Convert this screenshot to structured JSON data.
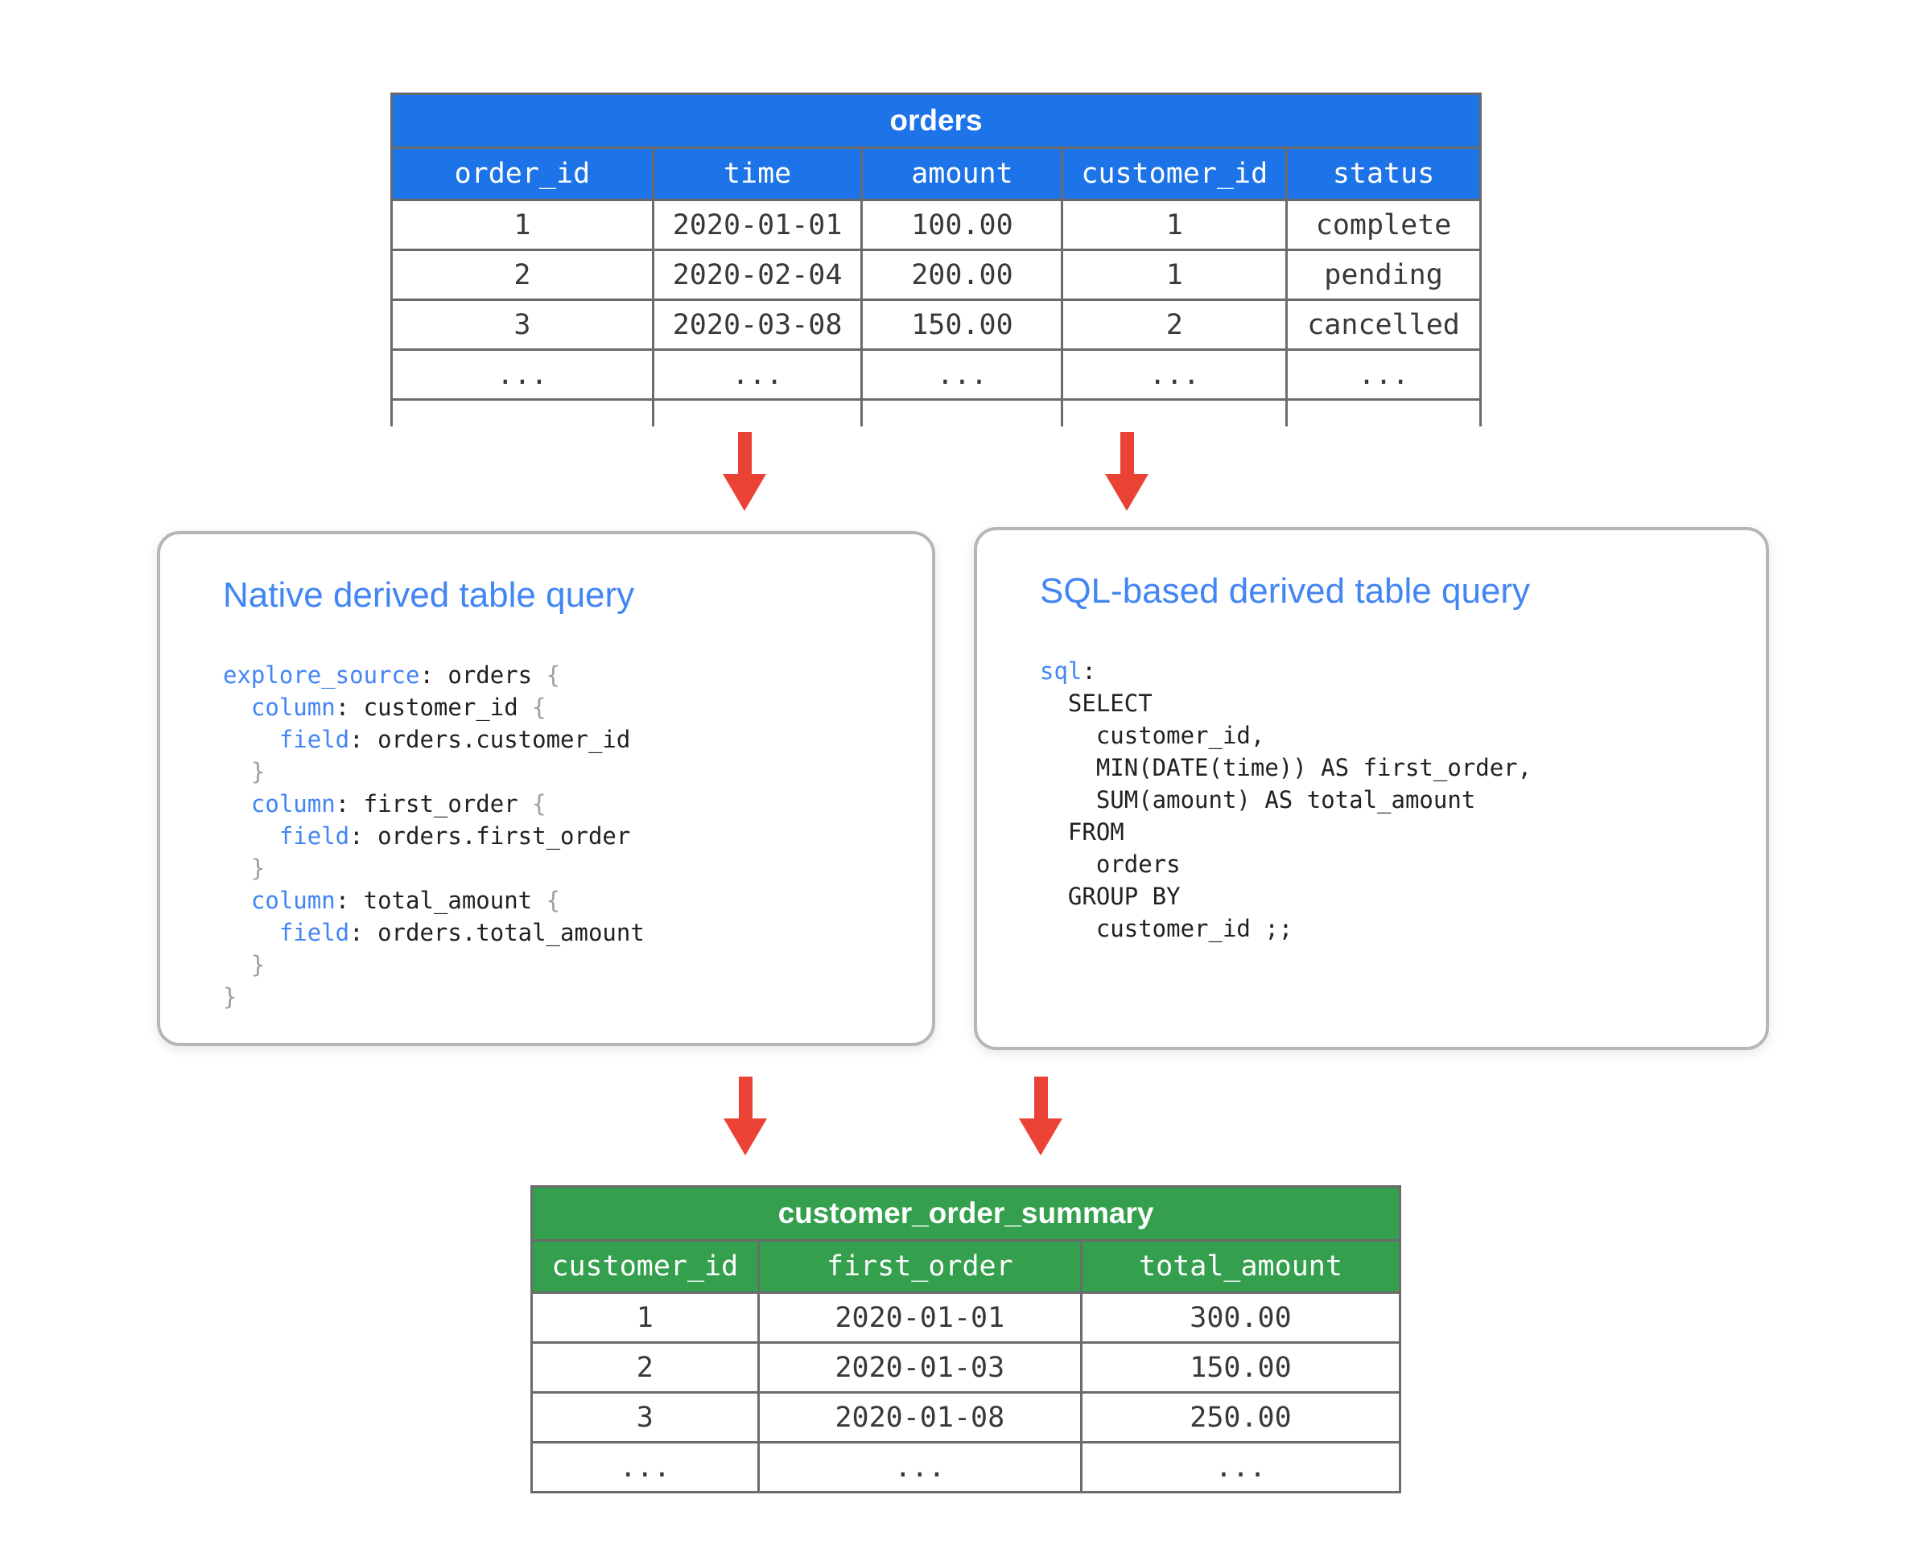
{
  "colors": {
    "header_blue": "#1d73e8",
    "header_green": "#34a04e",
    "arrow_red": "#ea4335",
    "accent_blue": "#4285f4",
    "code_text": "#202124",
    "brace_gray": "#9aa0a6",
    "table_border_gray": "#6b6b6b",
    "box_border_gray": "#b6b6b6",
    "cell_text": "#37393b"
  },
  "icons": {
    "flow_arrow": "down-arrow-icon"
  },
  "orders_table": {
    "title": "orders",
    "columns": [
      "order_id",
      "time",
      "amount",
      "customer_id",
      "status"
    ],
    "rows": [
      [
        "1",
        "2020-01-01",
        "100.00",
        "1",
        "complete"
      ],
      [
        "2",
        "2020-02-04",
        "200.00",
        "1",
        "pending"
      ],
      [
        "3",
        "2020-03-08",
        "150.00",
        "2",
        "cancelled"
      ],
      [
        "...",
        "...",
        "...",
        "...",
        "..."
      ],
      [
        "",
        "",
        "",
        "",
        ""
      ]
    ]
  },
  "native_box": {
    "title": "Native derived table query",
    "code": [
      [
        [
          "kw",
          "explore_source"
        ],
        [
          "pl",
          ": orders "
        ],
        [
          "br",
          "{"
        ]
      ],
      [
        [
          "pl",
          "  "
        ],
        [
          "kw",
          "column"
        ],
        [
          "pl",
          ": customer_id "
        ],
        [
          "br",
          "{"
        ]
      ],
      [
        [
          "pl",
          "    "
        ],
        [
          "kw",
          "field"
        ],
        [
          "pl",
          ": orders.customer_id"
        ]
      ],
      [
        [
          "pl",
          "  "
        ],
        [
          "br",
          "}"
        ]
      ],
      [
        [
          "pl",
          "  "
        ],
        [
          "kw",
          "column"
        ],
        [
          "pl",
          ": first_order "
        ],
        [
          "br",
          "{"
        ]
      ],
      [
        [
          "pl",
          "    "
        ],
        [
          "kw",
          "field"
        ],
        [
          "pl",
          ": orders.first_order"
        ]
      ],
      [
        [
          "pl",
          "  "
        ],
        [
          "br",
          "}"
        ]
      ],
      [
        [
          "pl",
          "  "
        ],
        [
          "kw",
          "column"
        ],
        [
          "pl",
          ": total_amount "
        ],
        [
          "br",
          "{"
        ]
      ],
      [
        [
          "pl",
          "    "
        ],
        [
          "kw",
          "field"
        ],
        [
          "pl",
          ": orders.total_amount"
        ]
      ],
      [
        [
          "pl",
          "  "
        ],
        [
          "br",
          "}"
        ]
      ],
      [
        [
          "br",
          "}"
        ]
      ]
    ]
  },
  "sql_box": {
    "title": "SQL-based derived table query",
    "code": [
      [
        [
          "kw",
          "sql"
        ],
        [
          "pl",
          ":"
        ]
      ],
      [
        [
          "pl",
          "  SELECT"
        ]
      ],
      [
        [
          "pl",
          "    customer_id,"
        ]
      ],
      [
        [
          "pl",
          "    MIN(DATE(time)) AS first_order,"
        ]
      ],
      [
        [
          "pl",
          "    SUM(amount) AS total_amount"
        ]
      ],
      [
        [
          "pl",
          "  FROM"
        ]
      ],
      [
        [
          "pl",
          "    orders"
        ]
      ],
      [
        [
          "pl",
          "  GROUP BY"
        ]
      ],
      [
        [
          "pl",
          "    customer_id ;;"
        ]
      ]
    ]
  },
  "summary_table": {
    "title": "customer_order_summary",
    "columns": [
      "customer_id",
      "first_order",
      "total_amount"
    ],
    "rows": [
      [
        "1",
        "2020-01-01",
        "300.00"
      ],
      [
        "2",
        "2020-01-03",
        "150.00"
      ],
      [
        "3",
        "2020-01-08",
        "250.00"
      ],
      [
        "...",
        "...",
        "..."
      ]
    ]
  }
}
